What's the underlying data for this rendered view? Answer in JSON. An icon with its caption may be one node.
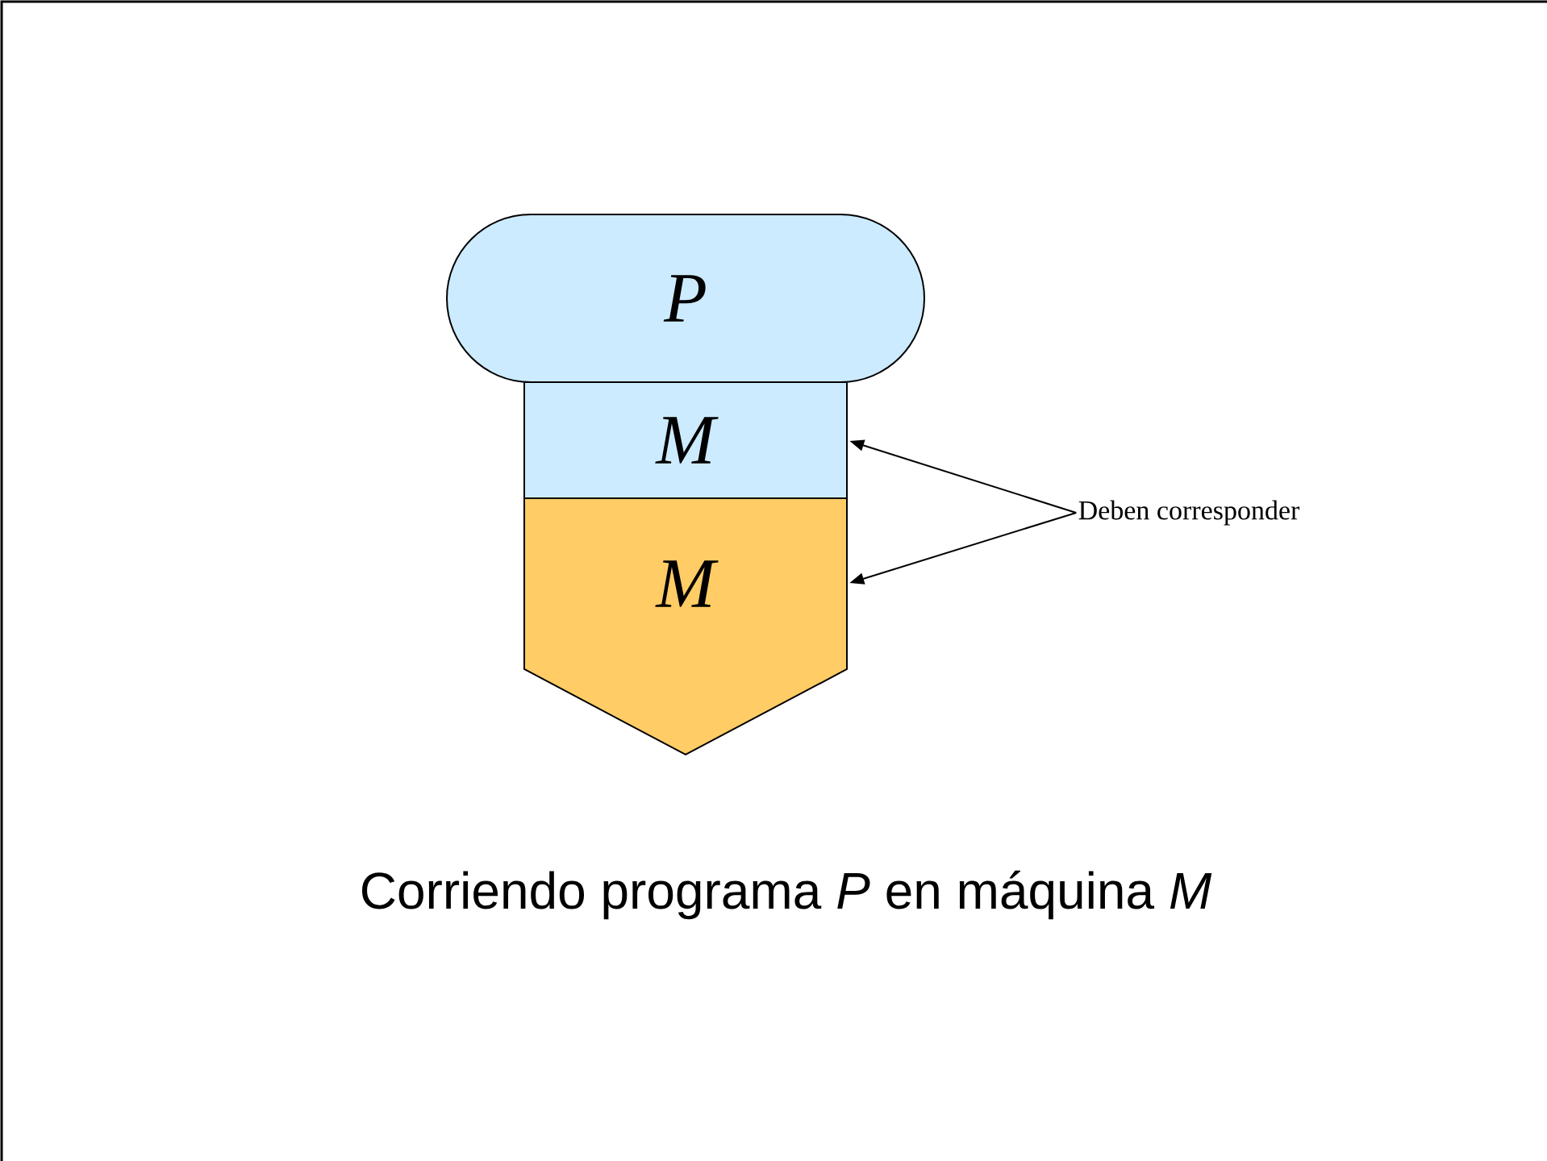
{
  "diagram": {
    "caption": "Corriendo programa *P* en máquina *M*",
    "nodes": [
      {
        "text": [
          "P"
        ]
      },
      {
        "text": [
          "M"
        ]
      },
      {
        "text": [
          "M"
        ]
      },
      {
        "text": [
          "Deben corresponder"
        ]
      }
    ],
    "edges": [
      {
        "from": 3,
        "to": 1,
        "arrow": "to"
      },
      {
        "from": 3,
        "to": 2,
        "arrow": "to"
      }
    ]
  }
}
